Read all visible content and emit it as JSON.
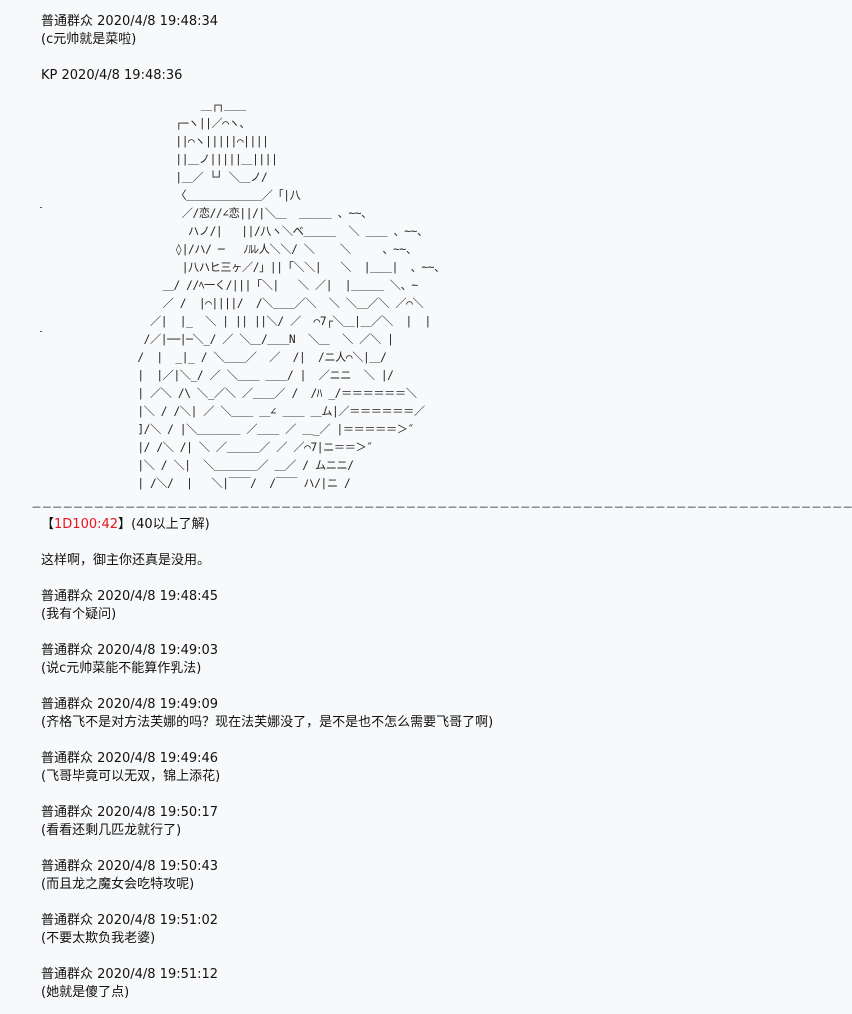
{
  "header_messages": [
    {
      "author": "普通群众",
      "time": "2020/4/8 19:48:34",
      "text": "(c元帅就是菜啦)"
    },
    {
      "author": "KP",
      "time": "2020/4/8 19:48:36"
    }
  ],
  "art_lines": [
    "              ＿┌┐＿＿",
    "          ┌─ヽ||／⌒ヽ、",
    "          ||⌒ヽ|||||⌒||||",
    "          ||＿ノ|||||＿||||",
    "          |＿／ └┘ ＼＿ノ/",
    "          〈＿＿＿＿＿＿＿／「|八",
    "           ／/恋//∠恋||/|＼＿  ＿＿＿ 、~~、",
    "            ハノ/|   ||/八ヽ＼ベ＿＿＿  ＼ ＿＿ 、~~、",
    "          ◊|/ハ/ ─   ﾉﾙﾚ人＼＼/ ＼    ＼     、~~、",
    "           |八ハヒ三ヶ／/」||「＼＼|   ＼  |＿＿|  、~~、",
    "        ＿/ //ﾍ一く/|||「＼|   ＼ ／|  |＿＿＿ ＼、~",
    "        ／ /  |⌒||||/  /＼＿＿／＼  ＼ ＼＿／＼ ／⌒＼",
    "      ／|  |_  ＼ | || ||＼/ ／  ⌒7┌＼＿|＿／＼  |  |",
    "     /／|──|─＼_/ ／ ＼＿/＿＿N  ＼＿  ＼ ／＼ |",
    "    /  |  _|_ / ＼＿＿／  ／  /|  /ニ人⌒＼|＿/",
    "    |  |／|＼_/ ／ ＼＿＿ ＿＿/ |  ／ニニ  ＼ |/",
    "    | ／＼ /\\ ＼_／＼ ／＿＿／ /  /ﾊ _/＝＝＝＝＝＝＼",
    "    |＼ / /＼| ／ ＼＿＿ ＿∠ ＿＿ ＿ム|／＝＝＝＝＝＝／",
    "    ]/＼ / |＼＿＿＿＿ ／＿＿ ／ ＿_／ |＝＝＝＝＝＞″",
    "    |/ /＼ /| ＼ ／＿＿＿／ ／ ／⌒7|ニ＝＝＞″",
    "    |＼ / ＼|  ＼＿＿＿＿／ ＿／ / ムニニ/",
    "    | /＼/  |   ＼|￣￣/  /￣￣ ハ/|ニ /"
  ],
  "divider": "－－－－－－－－－－－－－－－－－－－－－－－－－－－－－－－－－－－－－－－－－－－－－－－－－－－－－－－－－－－－－－－－－－－－－－－－－－－－－－－－－－－",
  "dice": {
    "open": "【",
    "roll": "1D100:42",
    "close": "】",
    "note": "(40以上了解)"
  },
  "narration": "这样啊，御主你还真是没用。",
  "messages": [
    {
      "author": "普通群众",
      "time": "2020/4/8 19:48:45",
      "text": "(我有个疑问)"
    },
    {
      "author": "普通群众",
      "time": "2020/4/8 19:49:03",
      "text": "(说c元帅菜能不能算作乳法)"
    },
    {
      "author": "普通群众",
      "time": "2020/4/8 19:49:09",
      "text": "(齐格飞不是对方法芙娜的吗？现在法芙娜没了，是不是也不怎么需要飞哥了啊)"
    },
    {
      "author": "普通群众",
      "time": "2020/4/8 19:49:46",
      "text": "(飞哥毕竟可以无双，锦上添花)"
    },
    {
      "author": "普通群众",
      "time": "2020/4/8 19:50:17",
      "text": "(看看还剩几匹龙就行了)"
    },
    {
      "author": "普通群众",
      "time": "2020/4/8 19:50:43",
      "text": "(而且龙之魔女会吃特攻呢)"
    },
    {
      "author": "普通群众",
      "time": "2020/4/8 19:51:02",
      "text": "(不要太欺负我老婆)"
    },
    {
      "author": "普通群众",
      "time": "2020/4/8 19:51:12",
      "text": "(她就是傻了点)"
    }
  ],
  "colors": {
    "dice_roll": "#e8141e",
    "background": "#f8f9fa"
  }
}
